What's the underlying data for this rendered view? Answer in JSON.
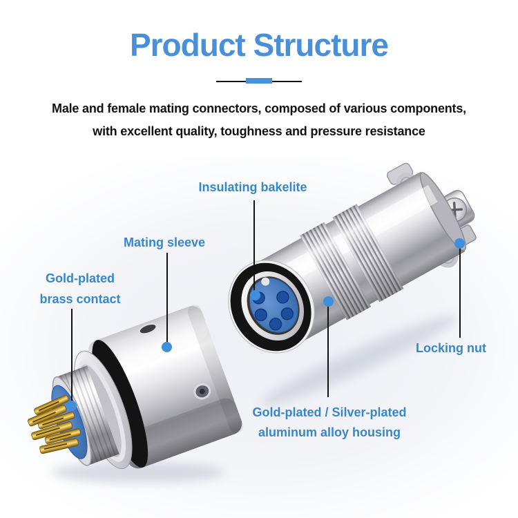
{
  "header": {
    "title": "Product Structure",
    "subtitle_line1": "Male and female mating connectors, composed of various components,",
    "subtitle_line2": "with excellent quality, toughness and pressure resistance"
  },
  "colors": {
    "title_blue": "#4a90d9",
    "label_blue": "#3687c8",
    "callout_dot_blue": "#3f8fdc",
    "callout_line_black": "#111111",
    "divider_accent_blue": "#4a90d9",
    "subtitle_black": "#111111",
    "insert_blue": "#4577bb",
    "pin_gold": "#d4a82c"
  },
  "callouts": {
    "insulating_bakelite": {
      "label": "Insulating bakelite"
    },
    "mating_sleeve": {
      "label": "Mating sleeve"
    },
    "brass_contact": {
      "label_line1": "Gold-plated",
      "label_line2": "brass contact"
    },
    "locking_nut": {
      "label": "Locking nut"
    },
    "housing": {
      "label_line1": "Gold-plated / Silver-plated",
      "label_line2": "aluminum alloy housing"
    }
  }
}
